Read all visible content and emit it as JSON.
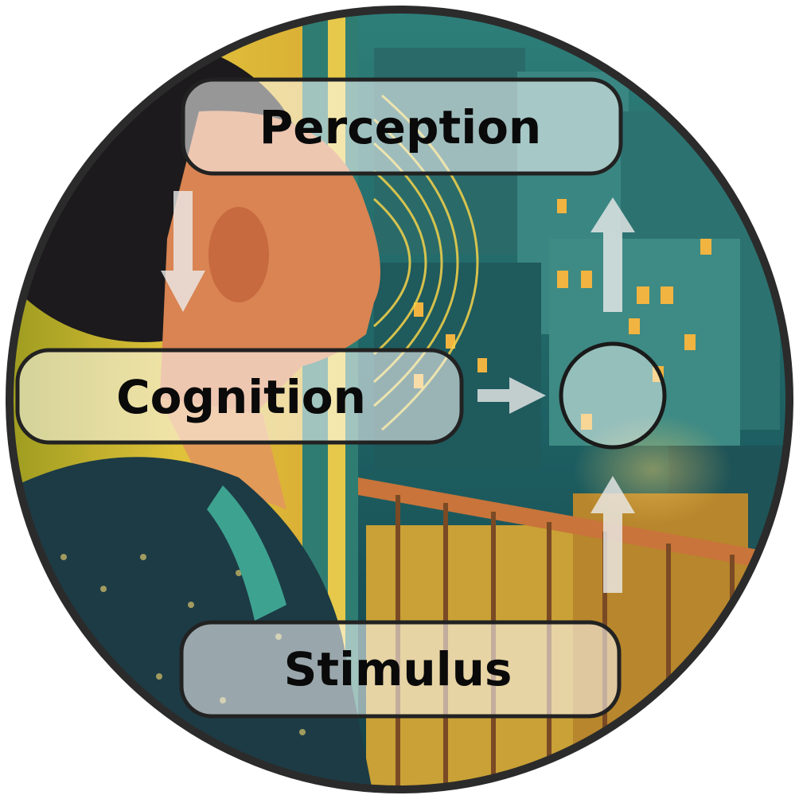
{
  "labels": {
    "perception": "Perception",
    "cognition": "Cognition",
    "stimulus": "Stimulus"
  },
  "colors": {
    "outline": "#2b2b2b",
    "box_fill": "rgba(255,255,255,0.55)",
    "arrow_fill": "rgba(235,235,235,0.75)",
    "text": "#0a0a0a",
    "sky_teal": "#1f6b6b",
    "wall_yellow": "#d9b73a",
    "window_glow": "#f2b440"
  },
  "icons": {
    "perception_to_cognition": "arrow-down-icon",
    "cognition_to_node": "arrow-right-icon",
    "node_to_perception": "arrow-up-icon",
    "stimulus_to_node": "arrow-up-icon"
  }
}
